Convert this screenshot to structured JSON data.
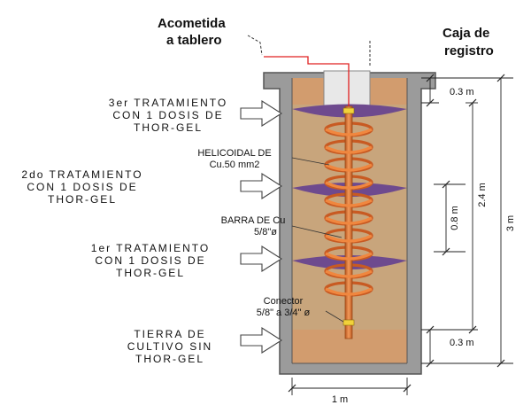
{
  "labels": {
    "acometida_1": "Acometida",
    "acometida_2": "a tablero",
    "caja_1": "Caja de",
    "caja_2": "registro",
    "t3_1": "3er TRATAMIENTO",
    "t3_2": "CON 1 DOSIS DE",
    "t3_3": "THOR-GEL",
    "t2_1": "2do TRATAMIENTO",
    "t2_2": "CON 1 DOSIS DE",
    "t2_3": "THOR-GEL",
    "t1_1": "1er TRATAMIENTO",
    "t1_2": "CON 1 DOSIS DE",
    "t1_3": "THOR-GEL",
    "tierra_1": "TIERRA DE",
    "tierra_2": "CULTIVO SIN",
    "tierra_3": "THOR-GEL",
    "helicoidal_1": "HELICOIDAL DE",
    "helicoidal_2": "Cu.50 mm2",
    "barra_1": "BARRA DE Cu",
    "barra_2": "5/8\"ø",
    "conector_1": "Conector",
    "conector_2": "5/8\" a 3/4\" ø"
  },
  "dimensions": {
    "top": "0.3 m",
    "middle": "0.8 m",
    "span": "2.4 m",
    "total": "3 m",
    "bottom": "0.3 m",
    "width": "1 m"
  },
  "colors": {
    "concrete": "#9b9b9b",
    "earth": "#c8a57c",
    "bottom_soil": "#d29c6e",
    "gel": "#6e4a8e",
    "copper": "#e9773a",
    "box": "#e8e8e8"
  }
}
